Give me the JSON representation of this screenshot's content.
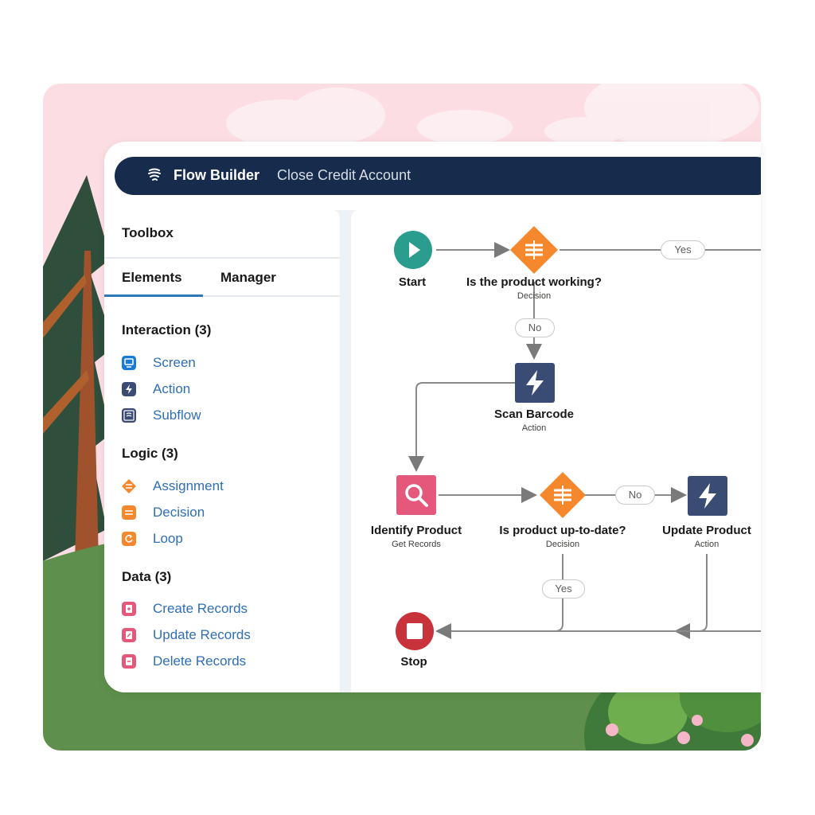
{
  "header": {
    "app_name": "Flow Builder",
    "doc_title": "Close Credit Account"
  },
  "toolbox": {
    "title": "Toolbox",
    "tabs": [
      {
        "label": "Elements",
        "active": true
      },
      {
        "label": "Manager",
        "active": false
      }
    ],
    "sections": [
      {
        "title": "Interaction (3)",
        "items": [
          {
            "label": "Screen",
            "icon": "screen-icon",
            "color": "#1b7ad4"
          },
          {
            "label": "Action",
            "icon": "bolt-icon",
            "color": "#3a4b74"
          },
          {
            "label": "Subflow",
            "icon": "subflow-icon",
            "color": "#3a4b74"
          }
        ]
      },
      {
        "title": "Logic (3)",
        "items": [
          {
            "label": "Assignment",
            "icon": "assignment-icon",
            "color": "#f5872c"
          },
          {
            "label": "Decision",
            "icon": "decision-icon",
            "color": "#f5872c"
          },
          {
            "label": "Loop",
            "icon": "loop-icon",
            "color": "#f5872c"
          }
        ]
      },
      {
        "title": "Data (3)",
        "items": [
          {
            "label": "Create Records",
            "icon": "create-records-icon",
            "color": "#e3587b"
          },
          {
            "label": "Update Records",
            "icon": "update-records-icon",
            "color": "#e3587b"
          },
          {
            "label": "Delete Records",
            "icon": "delete-records-icon",
            "color": "#e3587b"
          }
        ]
      }
    ]
  },
  "flow": {
    "start": {
      "label": "Start",
      "color": "#2a9d8f"
    },
    "decision1": {
      "label": "Is the product working?",
      "sub": "Decision",
      "color": "#f5872c"
    },
    "scan": {
      "label": "Scan Barcode",
      "sub": "Action",
      "color": "#3a4b74"
    },
    "identify": {
      "label": "Identify Product",
      "sub": "Get Records",
      "color": "#e3587b"
    },
    "decision2": {
      "label": "Is product up-to-date?",
      "sub": "Decision",
      "color": "#f5872c"
    },
    "update": {
      "label": "Update Product",
      "sub": "Action",
      "color": "#3a4b74"
    },
    "stop": {
      "label": "Stop",
      "color": "#c8323b"
    },
    "connectors": {
      "yes1": "Yes",
      "no1": "No",
      "no2": "No",
      "yes2": "Yes"
    }
  }
}
